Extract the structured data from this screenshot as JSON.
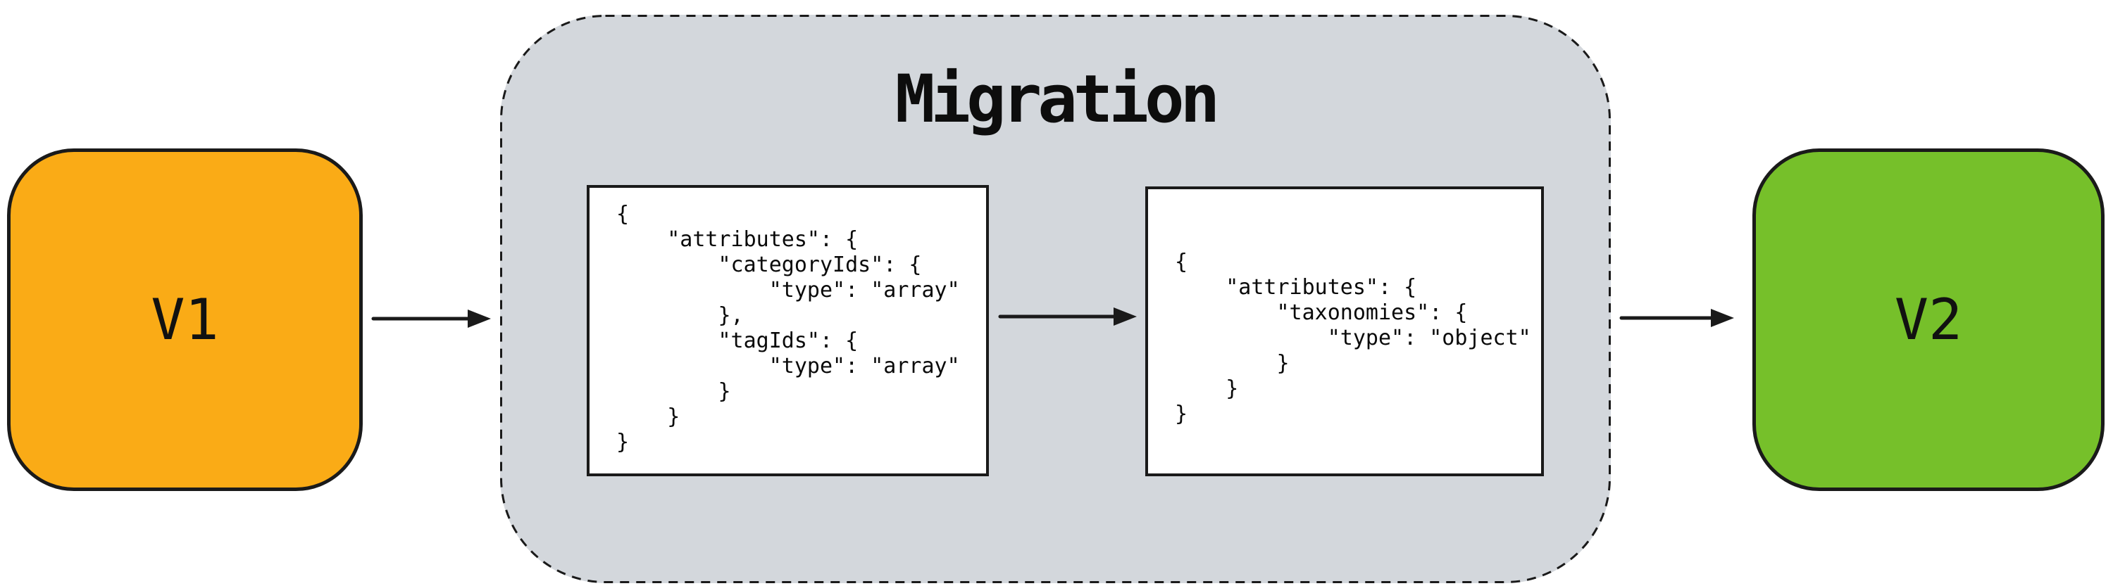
{
  "diagram": {
    "v1_label": "V1",
    "v2_label": "V2",
    "migration_title": "Migration",
    "code_box_1": "{\n    \"attributes\": {\n        \"categoryIds\": {\n            \"type\": \"array\"\n        },\n        \"tagIds\": {\n            \"type\": \"array\"\n        }\n    }\n}",
    "code_box_2": "{\n    \"attributes\": {\n        \"taxonomies\": {\n            \"type\": \"object\"\n        }\n    }\n}",
    "colors": {
      "v1_fill": "#FAAB16",
      "v2_fill": "#76C02A",
      "migration_fill": "#D3D7DC",
      "stroke_color": "#1A1A1A"
    }
  }
}
